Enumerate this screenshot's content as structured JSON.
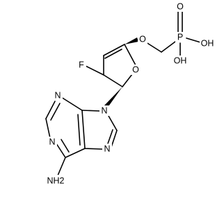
{
  "colors": {
    "background": "#ffffff",
    "ink": "#000000"
  },
  "atoms": {
    "O_double": "O",
    "P": "P",
    "OH_top": "OH",
    "OH_bottom": "OH",
    "O_ether": "O",
    "O_ring": "O",
    "F": "F",
    "N_top_left": "N",
    "N_left": "N",
    "N9": "N",
    "N7": "N",
    "NH2": "NH2"
  }
}
